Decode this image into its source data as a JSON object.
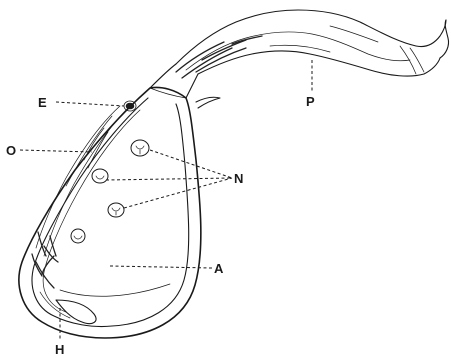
{
  "diagram": {
    "labels": {
      "E": "E",
      "O": "O",
      "N": "N",
      "P": "P",
      "A": "A",
      "H": "H"
    }
  }
}
